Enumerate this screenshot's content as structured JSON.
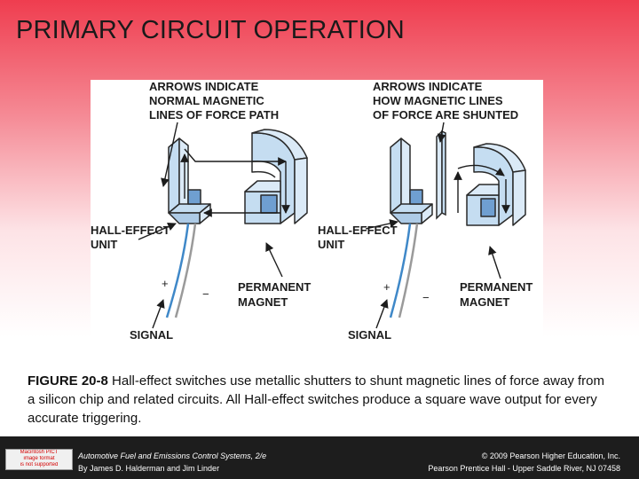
{
  "title": "PRIMARY CIRCUIT OPERATION",
  "diagram": {
    "left_arrows_label": [
      "ARROWS INDICATE",
      "NORMAL MAGNETIC",
      "LINES OF FORCE PATH"
    ],
    "right_arrows_label": [
      "ARROWS INDICATE",
      "HOW MAGNETIC LINES",
      "OF FORCE ARE SHUNTED"
    ],
    "hall_effect_unit": [
      "HALL-EFFECT",
      "UNIT"
    ],
    "permanent_magnet": [
      "PERMANENT",
      "MAGNET"
    ],
    "signal": "SIGNAL",
    "plus": "+",
    "minus": "−"
  },
  "caption": {
    "figure_number": "FIGURE 20-8",
    "text": " Hall-effect switches use metallic shutters to shunt magnetic lines of force away from a silicon chip and related circuits. All Hall-effect switches produce a square wave output for every accurate triggering."
  },
  "footer": {
    "logo_lines": [
      "Macintosh PICT",
      "image format",
      "is not supported"
    ],
    "book_title": "Automotive Fuel and Emissions Control Systems, 2/e",
    "authors": "By James D. Halderman and Jim Linder",
    "copyright": "© 2009 Pearson Higher Education, Inc.",
    "publisher": "Pearson Prentice Hall - Upper Saddle River, NJ 07458"
  },
  "colors": {
    "part_fill": "#c5ddf1",
    "part_stroke": "#2a2a2a",
    "chip": "#6f9fd1",
    "wire_blue": "#3f88c8",
    "wire_grey": "#9a9a9a"
  }
}
